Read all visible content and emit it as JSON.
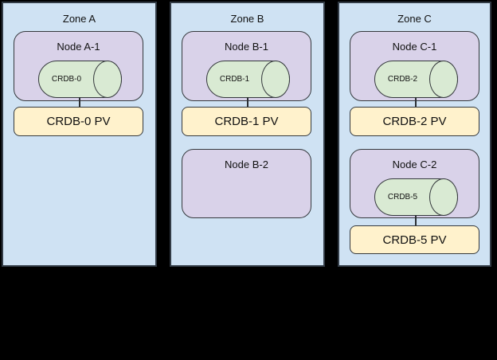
{
  "zones": [
    {
      "title": "Zone A",
      "nodes": [
        {
          "label": "Node A-1",
          "pod": "CRDB-0"
        }
      ],
      "pvs": [
        {
          "label": "CRDB-0 PV"
        }
      ]
    },
    {
      "title": "Zone B",
      "nodes": [
        {
          "label": "Node B-1",
          "pod": "CRDB-1"
        },
        {
          "label": "Node B-2"
        }
      ],
      "pvs": [
        {
          "label": "CRDB-1 PV"
        }
      ]
    },
    {
      "title": "Zone C",
      "nodes": [
        {
          "label": "Node C-1",
          "pod": "CRDB-2"
        },
        {
          "label": "Node C-2",
          "pod": "CRDB-5"
        }
      ],
      "pvs": [
        {
          "label": "CRDB-2 PV"
        },
        {
          "label": "CRDB-5 PV"
        }
      ]
    }
  ],
  "colors": {
    "background": "#000000",
    "zone_fill": "#cfe2f3",
    "node_fill": "#d9d2e9",
    "pod_fill": "#d9ead3",
    "pv_fill": "#fff2cc",
    "stroke": "#35393d"
  }
}
